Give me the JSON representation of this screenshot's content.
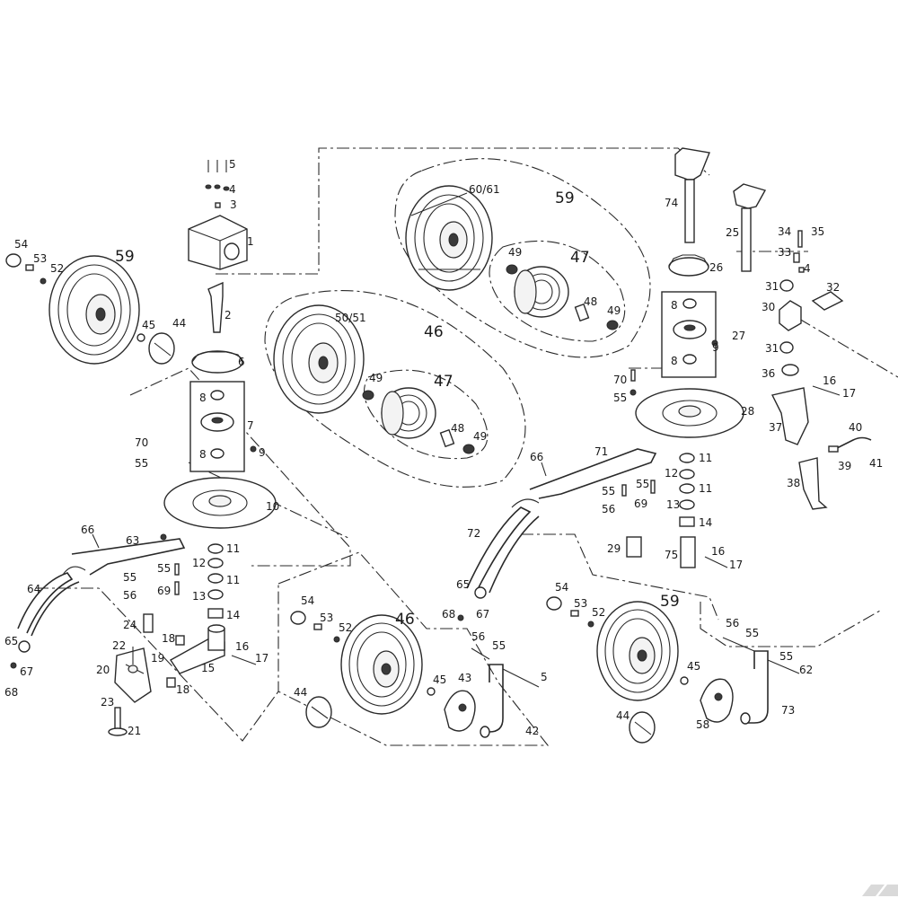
{
  "labels": {
    "l1": "1",
    "l2": "2",
    "l3": "3",
    "l4": "4",
    "l5": "5",
    "l6": "6",
    "l7": "7",
    "l8a": "8",
    "l8b": "8",
    "l9": "9",
    "l10": "10",
    "l11a": "11",
    "l11b": "11",
    "l12": "12",
    "l13": "13",
    "l14": "14",
    "l15": "15",
    "l16": "16",
    "l17": "17",
    "l18a": "18",
    "l18b": "18",
    "l19": "19",
    "l20": "20",
    "l21": "21",
    "l22": "22",
    "l23": "23",
    "l24": "24",
    "l25": "25",
    "l26": "26",
    "l27": "27",
    "l8c": "8",
    "l8d": "8",
    "l9b": "9",
    "l28": "28",
    "l29": "29",
    "l30": "30",
    "l31a": "31",
    "l31b": "31",
    "l32": "32",
    "l33": "33",
    "l34": "34",
    "l35": "35",
    "l4b": "4",
    "l36": "36",
    "l37": "37",
    "l38": "38",
    "l39": "39",
    "l40": "40",
    "l41": "41",
    "l16b": "16",
    "l17b": "17",
    "l42": "42",
    "l43": "43",
    "l44a": "44",
    "l44b": "44",
    "l44c": "44",
    "l45a": "45",
    "l45b": "45",
    "l45c": "45",
    "l46a": "46",
    "l46b": "46",
    "l47a": "47",
    "l47b": "47",
    "l48a": "48",
    "l48b": "48",
    "l49a": "49",
    "l49b": "49",
    "l49c": "49",
    "l49d": "49",
    "l5051": "50/51",
    "l6061": "60/61",
    "l52a": "52",
    "l52b": "52",
    "l52c": "52",
    "l53a": "53",
    "l53b": "53",
    "l53c": "53",
    "l54a": "54",
    "l54b": "54",
    "l54c": "54",
    "l55a": "55",
    "l55b": "55",
    "l55c": "55",
    "l55d": "55",
    "l55e": "55",
    "l55f": "55",
    "l55g": "55",
    "l55h": "55",
    "l55i": "55",
    "l56a": "56",
    "l56b": "56",
    "l56c": "56",
    "l56d": "56",
    "l5c": "5",
    "l58": "58",
    "l59a": "59",
    "l59b": "59",
    "l59c": "59",
    "l62": "62",
    "l63": "63",
    "l64": "64",
    "l65a": "65",
    "l65b": "65",
    "l66a": "66",
    "l66b": "66",
    "l67a": "67",
    "l67b": "67",
    "l68a": "68",
    "l68b": "68",
    "l69a": "69",
    "l69b": "69",
    "l70a": "70",
    "l70b": "70",
    "l71": "71",
    "l72": "72",
    "l73": "73",
    "l74": "74",
    "l75": "75",
    "l11c": "11",
    "l11d": "11",
    "l12b": "12",
    "l13b": "13",
    "l14b": "14",
    "l16c": "16",
    "l17c": "17"
  }
}
